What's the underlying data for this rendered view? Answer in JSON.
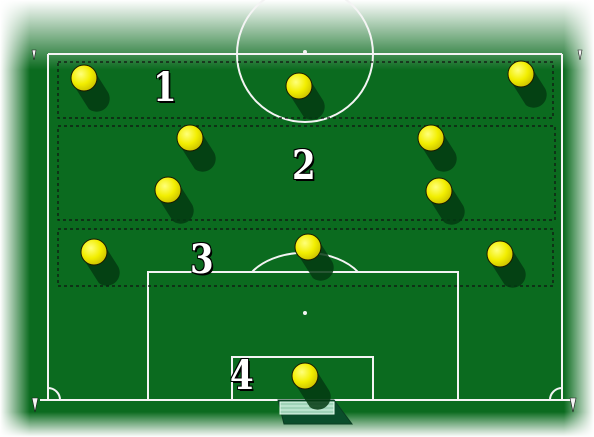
{
  "colors": {
    "pitch": "#0b6b1f",
    "pitch_dark": "#06481a",
    "line": "#f4f4f4",
    "player": "#f2ee00",
    "player_edge": "#1a1a00",
    "player_shadow": "#043a12",
    "zone_border": "#101010"
  },
  "zones": [
    {
      "label": "1",
      "description_name": "forward-zone"
    },
    {
      "label": "2",
      "description_name": "midfield-zone"
    },
    {
      "label": "3",
      "description_name": "defense-zone"
    },
    {
      "label": "4",
      "description_name": "goalkeeper-zone"
    }
  ],
  "formation": {
    "zone_1_players": 3,
    "zone_2_players": 4,
    "zone_3_players": 3,
    "zone_4_players": 1
  }
}
